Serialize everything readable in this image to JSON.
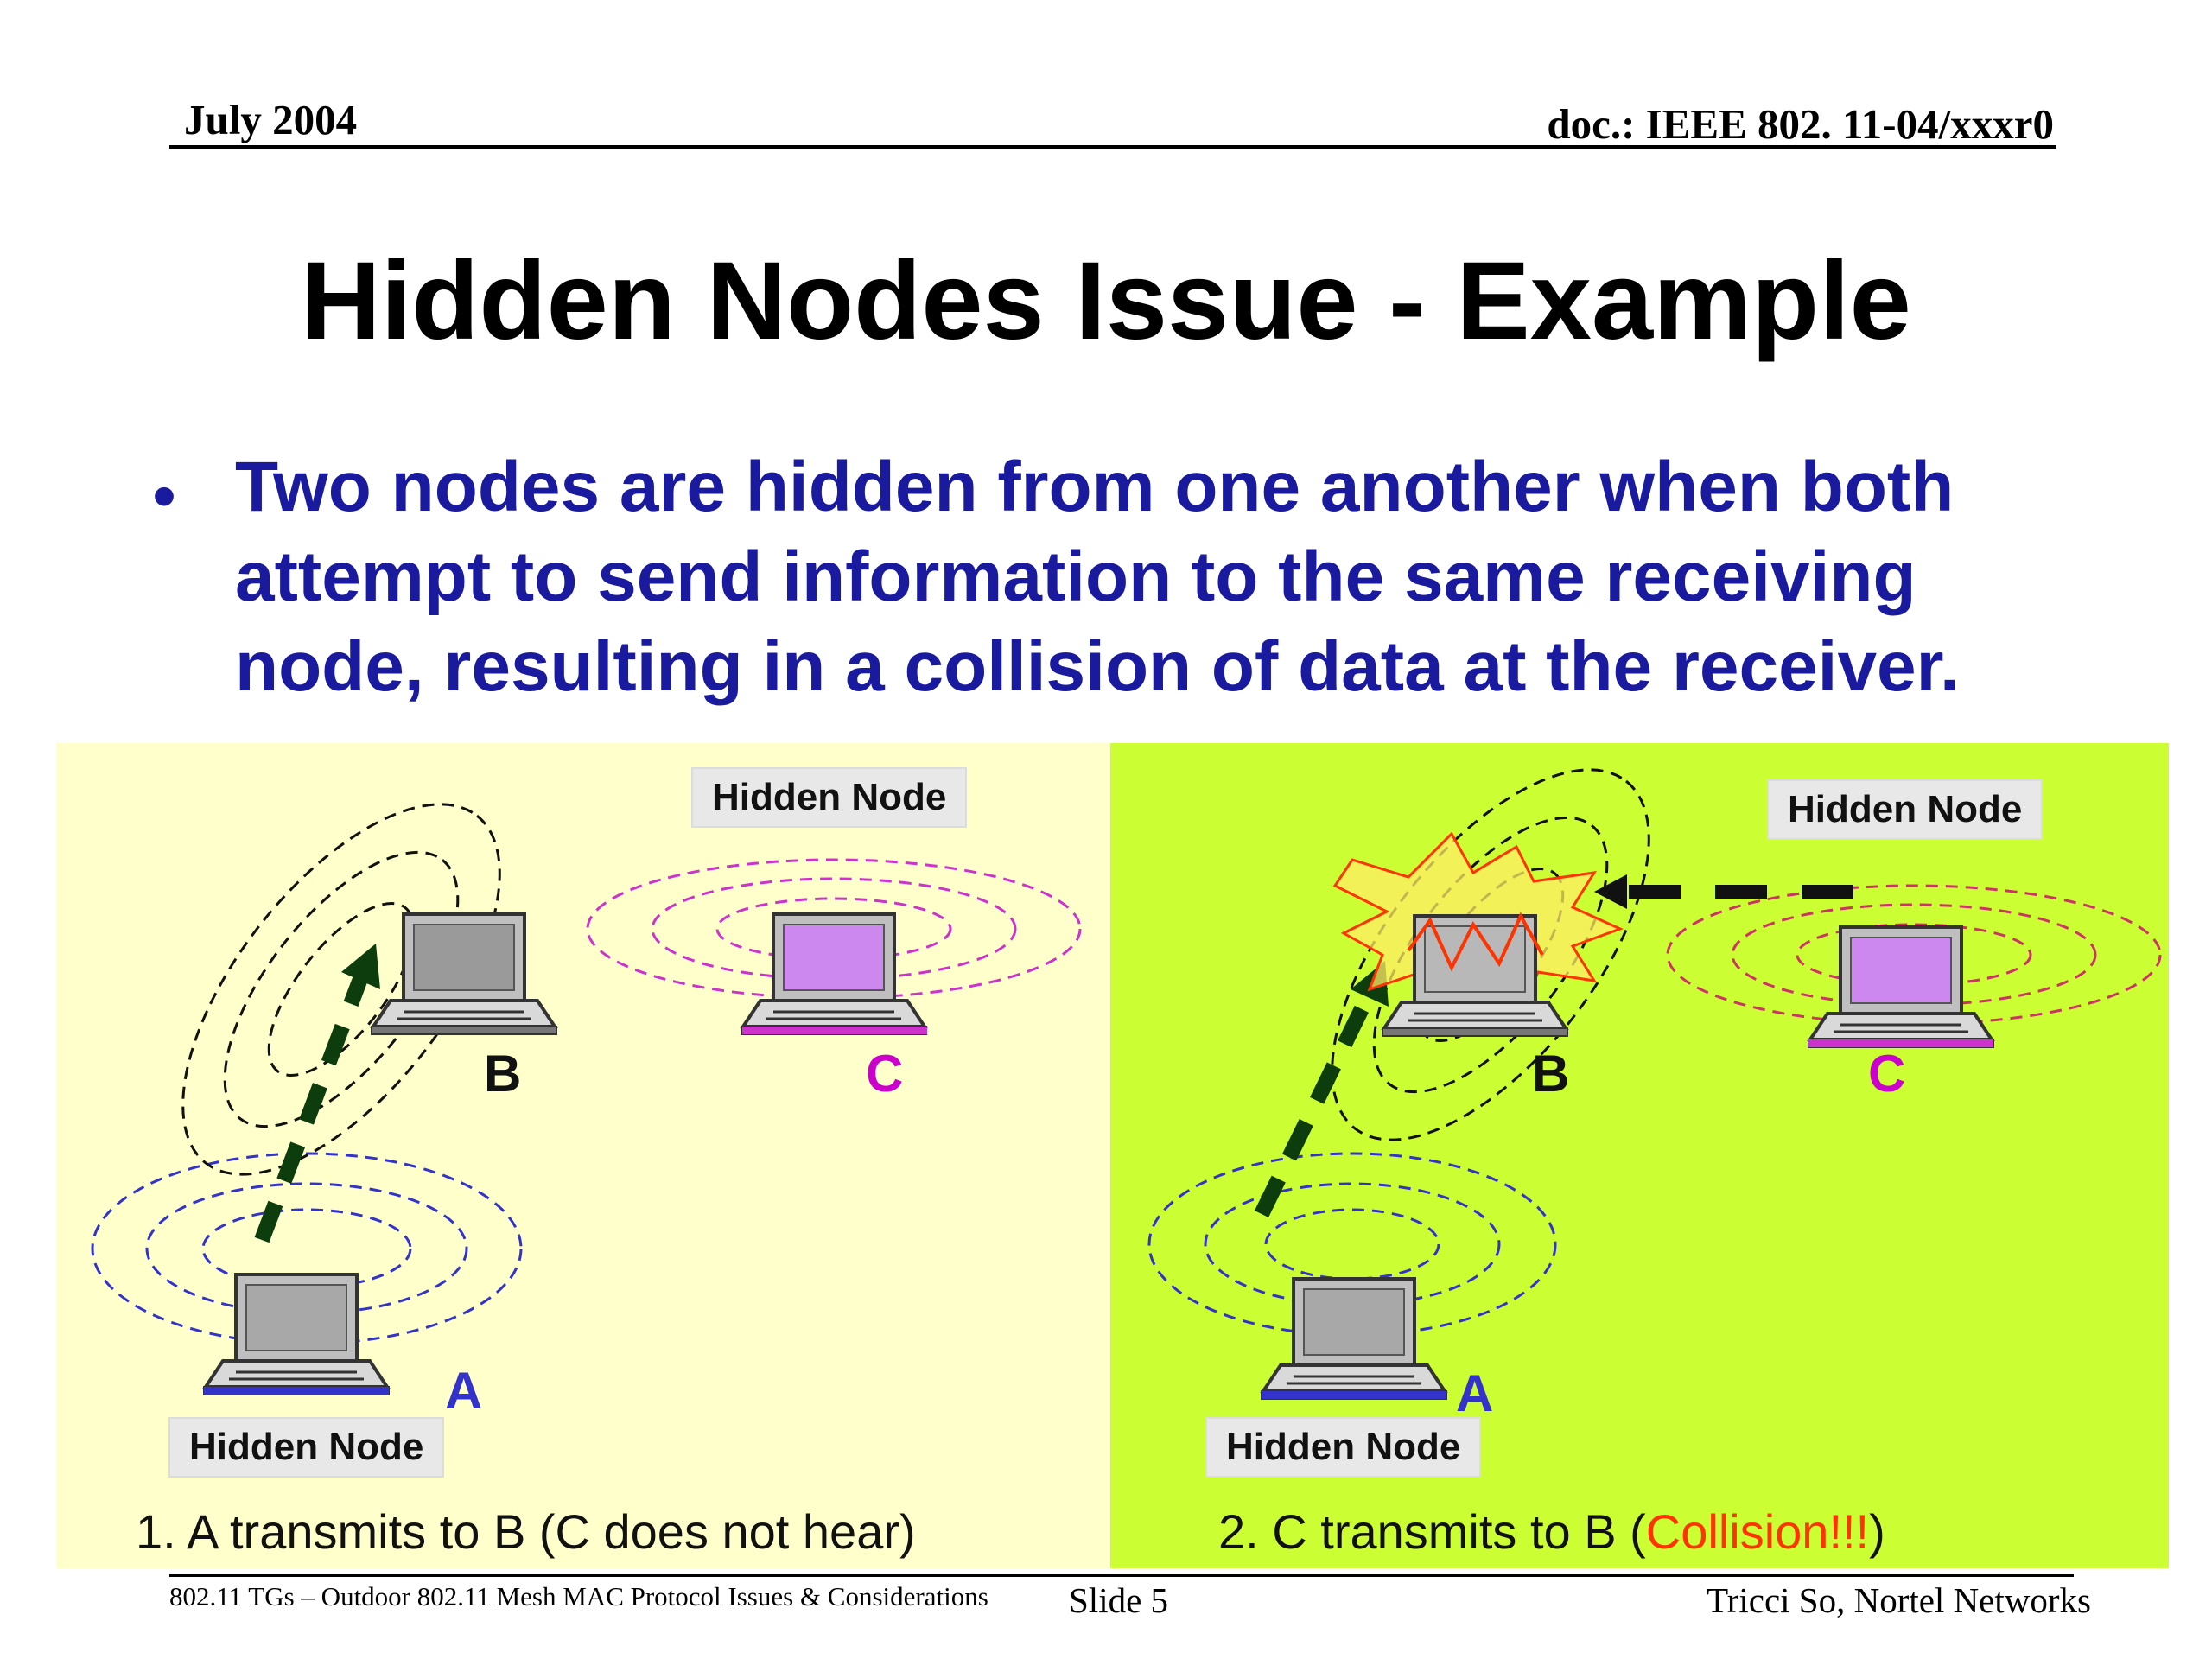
{
  "header": {
    "date": "July 2004",
    "doc_id": "doc.: IEEE 802. 11-04/xxxr0"
  },
  "slide": {
    "title": "Hidden Nodes Issue - Example",
    "bullet_symbol": "•",
    "bullet": "Two nodes are hidden from one another when both attempt to send information to the same receiving node, resulting in a collision of data at the receiver."
  },
  "diagram": {
    "left_panel": {
      "tag_top": "Hidden Node",
      "tag_bottom": "Hidden Node",
      "node_a": "A",
      "node_b": "B",
      "node_c": "C",
      "caption": "1. A transmits to B (C does not hear)"
    },
    "right_panel": {
      "tag_top": "Hidden Node",
      "tag_bottom": "Hidden Node",
      "node_a": "A",
      "node_b": "B",
      "node_c": "C",
      "caption_prefix": "2. C transmits to B (",
      "caption_highlight": "Collision!!!",
      "caption_suffix": ")"
    },
    "colors": {
      "left_bg": "#ffffcc",
      "right_bg": "#ccff33",
      "node_a": "#3333cc",
      "node_b": "#111111",
      "node_c": "#cc00cc",
      "collision": "#ff3300",
      "arrow": "#0d3d0d"
    }
  },
  "footer": {
    "left": "802.11 TGs – Outdoor 802.11 Mesh MAC Protocol Issues & Considerations",
    "center": "Slide 5",
    "right": "Tricci So, Nortel Networks"
  }
}
